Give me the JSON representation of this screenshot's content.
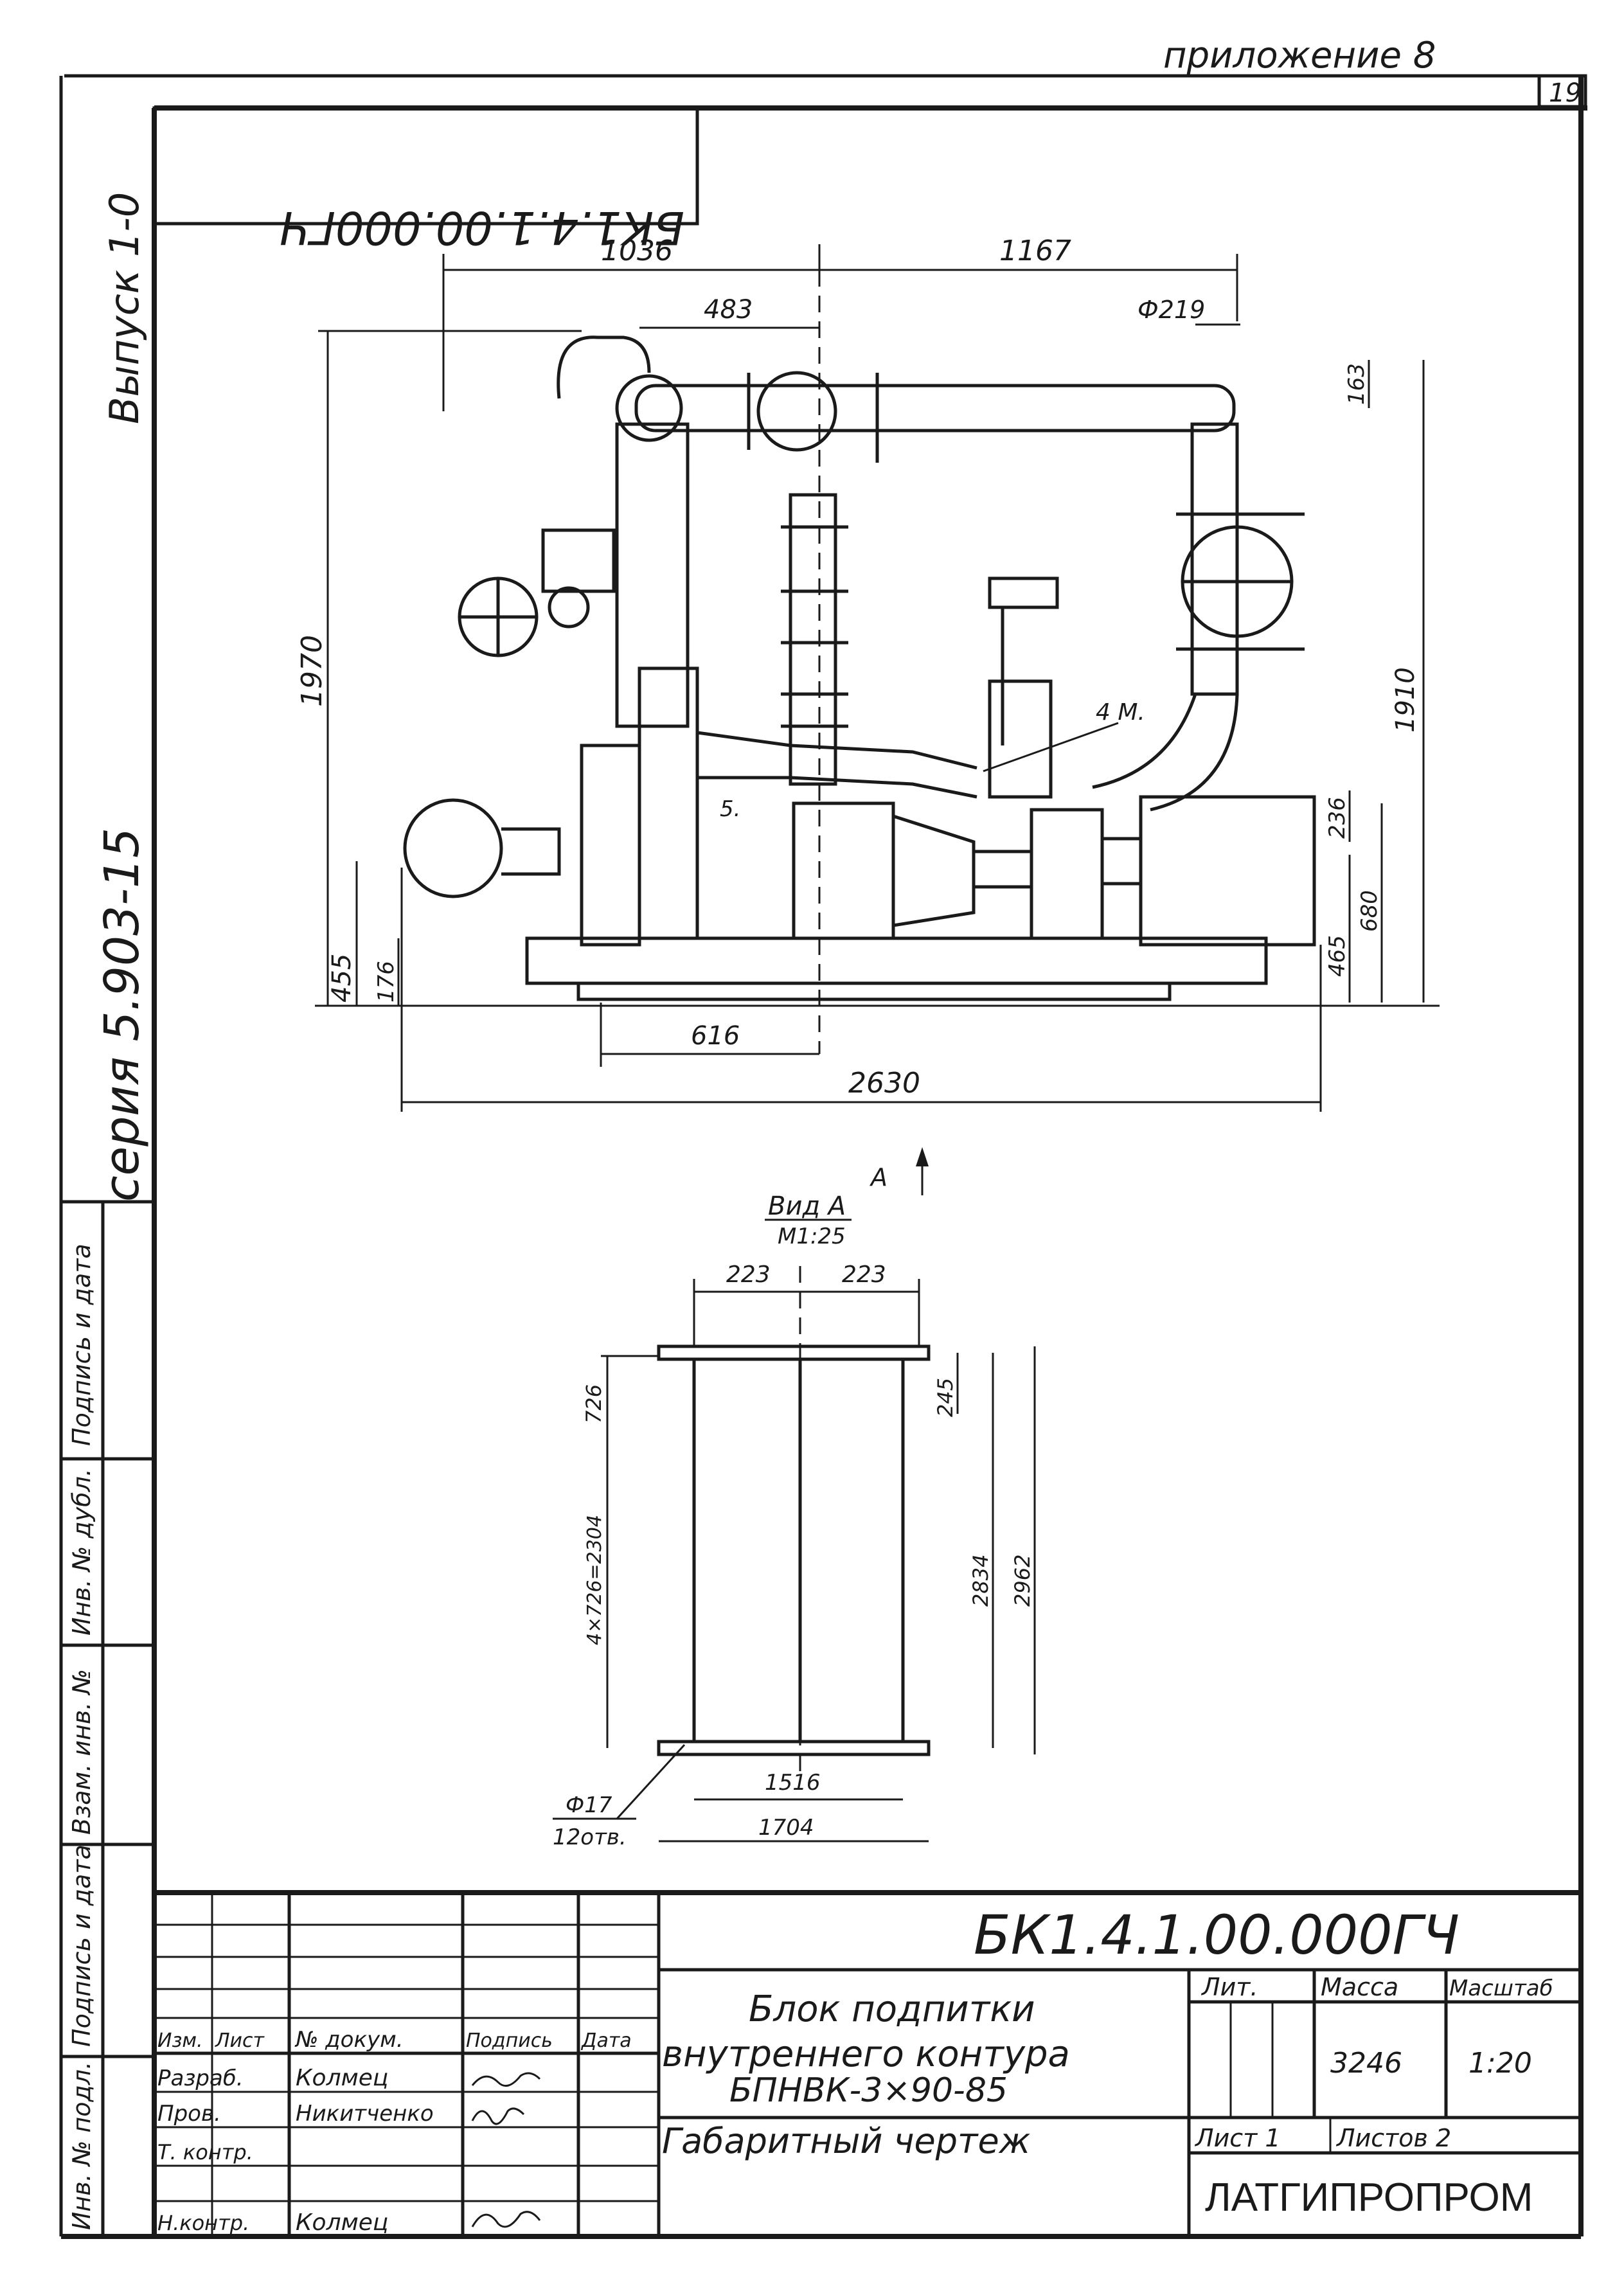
{
  "appendix_label": "приложение 8",
  "page_number": "19",
  "side_labels": {
    "issue": "Выпуск 1-0",
    "series": "серия 5.903-15"
  },
  "side_stamp_fields": [
    "Подпись и дата",
    "Инв. № дубл.",
    "Взам. инв. №",
    "Подпись и дата",
    "Инв. № подл."
  ],
  "top_code_stamp": "БК1.4.1.00.000ГЧ",
  "main_view": {
    "dimensions": {
      "width_left": "1036",
      "width_right": "1167",
      "pipe_offset": "483",
      "pipe_diameter": "Ф219",
      "pipe_to_top": "163",
      "height_left": "1970",
      "height_right": "1910",
      "height_455": "455",
      "height_176": "176",
      "height_236": "236",
      "height_465": "465",
      "height_680": "680",
      "offset_616": "616",
      "overall_length": "2630"
    },
    "callouts": [
      "4 М.",
      "5."
    ],
    "view_arrow": "А"
  },
  "view_a": {
    "title": "Вид А",
    "scale": "М1:25",
    "dimensions": {
      "half_left": "223",
      "half_right": "223",
      "pitch_726": "726",
      "pitch_total": "4×726=2304",
      "edge_245": "245",
      "length_2834": "2834",
      "length_2962": "2962",
      "inner_width": "1516",
      "outer_width": "1704",
      "holes": "Ф17",
      "holes_count": "12отв."
    }
  },
  "title_block": {
    "document_code": "БК1.4.1.00.000ГЧ",
    "title_lines": [
      "Блок подпитки",
      "внутреннего контура",
      "БПНВК-3×90-85",
      "Габаритный чертеж"
    ],
    "header_row": [
      "Изм.",
      "Лист",
      "№ докум.",
      "Подпись",
      "Дата"
    ],
    "rows": [
      {
        "role": "Разраб.",
        "name": "Колмец"
      },
      {
        "role": "Пров.",
        "name": "Никитченко"
      },
      {
        "role": "Т. контр.",
        "name": ""
      },
      {
        "role": "",
        "name": ""
      },
      {
        "role": "Н.контр.",
        "name": "Колмец"
      }
    ],
    "lit_label": "Лит.",
    "mass_label": "Масса",
    "scale_label": "Масштаб",
    "mass_value": "3246",
    "scale_value": "1:20",
    "sheet_label": "Лист 1",
    "sheets_label": "Листов 2",
    "organization": "ЛАТГИПРОПРОМ"
  }
}
